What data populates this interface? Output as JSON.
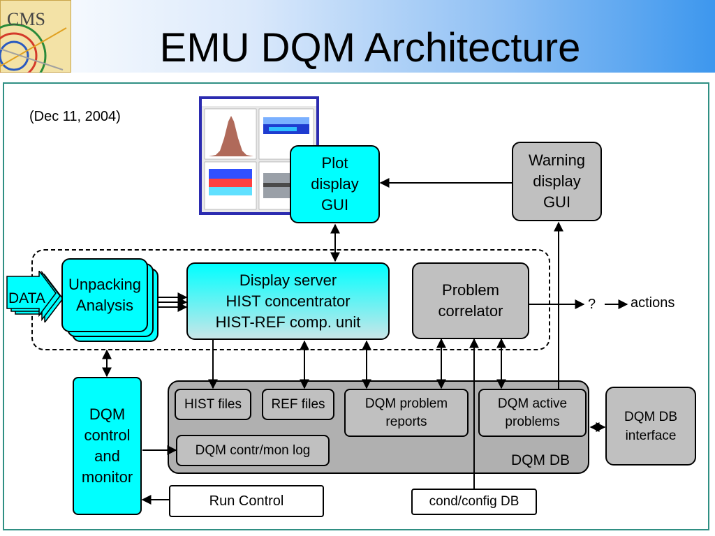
{
  "title": "EMU DQM Architecture",
  "date": "(Dec 11, 2004)",
  "logo_text": "CMS",
  "nodes": {
    "plot_display": [
      "Plot",
      "display",
      "GUI"
    ],
    "warning_display": [
      "Warning",
      "display",
      "GUI"
    ],
    "unpacking": [
      "Unpacking",
      "Analysis"
    ],
    "display_server": [
      "Display server",
      "HIST concentrator",
      "HIST-REF comp. unit"
    ],
    "problem_correlator": [
      "Problem",
      "correlator"
    ],
    "data": "DATA",
    "question": "?",
    "actions": "actions",
    "dqm_control": [
      "DQM",
      "control",
      "and",
      "monitor"
    ],
    "hist_files": "HIST files",
    "ref_files": "REF files",
    "problem_reports": [
      "DQM problem",
      "reports"
    ],
    "active_problems": [
      "DQM active",
      "problems"
    ],
    "contr_log": "DQM contr/mon log",
    "dqm_db": "DQM DB",
    "db_interface": [
      "DQM DB",
      "interface"
    ],
    "run_control": "Run Control",
    "cond_config": "cond/config DB"
  },
  "colors": {
    "cyan": "#00ffff",
    "grey": "#c0c0c0",
    "frame": "#2f8f83"
  }
}
